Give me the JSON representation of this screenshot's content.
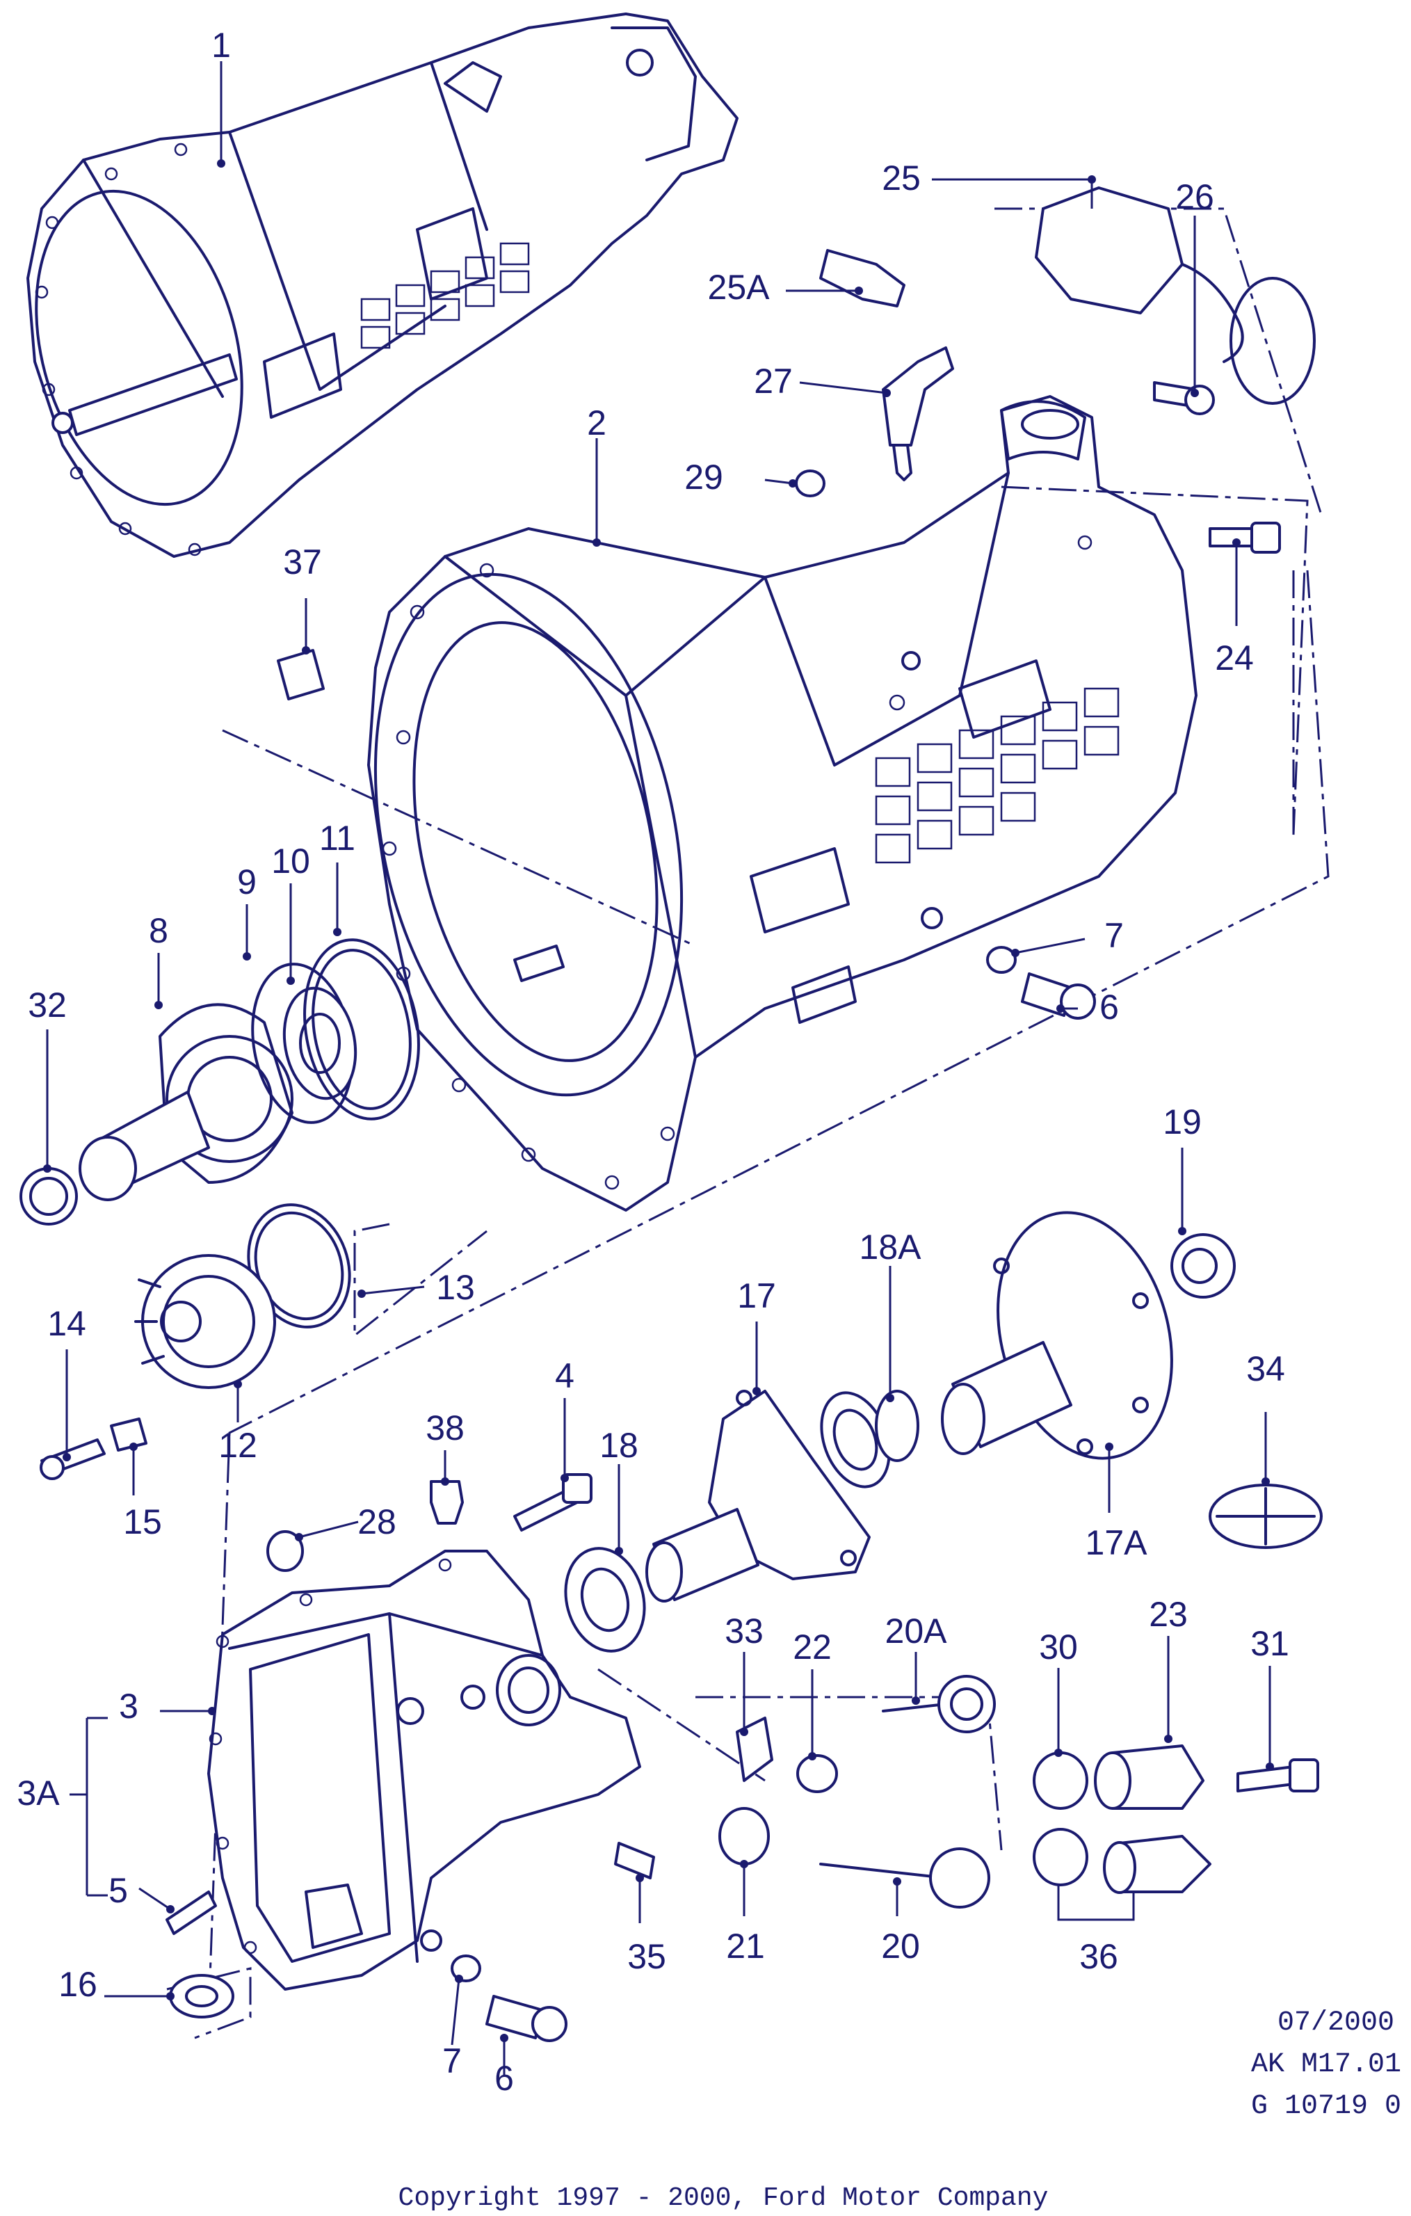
{
  "diagram": {
    "part_labels": {
      "p1": "1",
      "p2": "2",
      "p3": "3",
      "p3A": "3A",
      "p4": "4",
      "p5": "5",
      "p6a": "6",
      "p6b": "6",
      "p7a": "7",
      "p7b": "7",
      "p8": "8",
      "p9": "9",
      "p10": "10",
      "p11": "11",
      "p12": "12",
      "p13": "13",
      "p14": "14",
      "p15": "15",
      "p16": "16",
      "p17": "17",
      "p17A": "17A",
      "p18": "18",
      "p18A": "18A",
      "p19": "19",
      "p20": "20",
      "p20A": "20A",
      "p21": "21",
      "p22": "22",
      "p23": "23",
      "p24": "24",
      "p25": "25",
      "p25A": "25A",
      "p26": "26",
      "p27": "27",
      "p28": "28",
      "p29": "29",
      "p30": "30",
      "p31": "31",
      "p32": "32",
      "p33": "33",
      "p34": "34",
      "p35": "35",
      "p36": "36",
      "p37": "37",
      "p38": "38"
    },
    "date": "07/2000",
    "code": "AK M17.01",
    "ref": "G 10719 0",
    "copyright": "Copyright 1997 - 2000, Ford Motor Company"
  }
}
